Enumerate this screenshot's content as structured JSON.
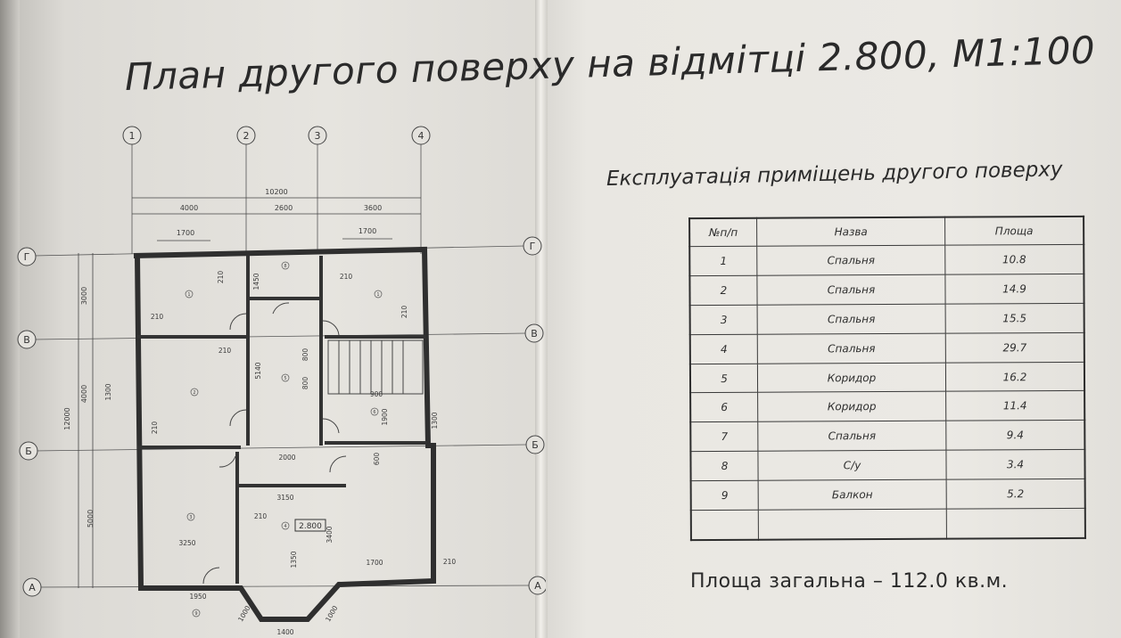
{
  "plan": {
    "title": "План другого поверху на відмітці 2.800, М1:100",
    "axes": {
      "vertical": [
        "1",
        "2",
        "3",
        "4"
      ],
      "horizontal": [
        "Г",
        "В",
        "Б",
        "А"
      ]
    },
    "dimensions": {
      "overall_width": "10200",
      "spans": [
        "4000",
        "2600",
        "3600"
      ],
      "window_left": "1700",
      "window_right": "1700",
      "vertical_total": "12000",
      "vertical_spans": [
        "3000",
        "4000",
        "5000"
      ],
      "misc": [
        "210",
        "210",
        "210",
        "210",
        "210",
        "210",
        "210",
        "210",
        "1450",
        "5140",
        "800",
        "800",
        "900",
        "1900",
        "1300",
        "1300",
        "2000",
        "600",
        "3150",
        "3250",
        "3400",
        "1350",
        "1700",
        "1950",
        "1000",
        "1000",
        "1400"
      ]
    },
    "room_marks": [
      "1",
      "8",
      "1",
      "2",
      "5",
      "6",
      "3",
      "4",
      "9"
    ],
    "level_mark": "2.800"
  },
  "table": {
    "title": "Експлуатація приміщень другого поверху",
    "headers": [
      "№п/п",
      "Назва",
      "Площа"
    ],
    "rows": [
      {
        "no": "1",
        "name": "Спальня",
        "area": "10.8"
      },
      {
        "no": "2",
        "name": "Спальня",
        "area": "14.9"
      },
      {
        "no": "3",
        "name": "Спальня",
        "area": "15.5"
      },
      {
        "no": "4",
        "name": "Спальня",
        "area": "29.7"
      },
      {
        "no": "5",
        "name": "Коридор",
        "area": "16.2"
      },
      {
        "no": "6",
        "name": "Коридор",
        "area": "11.4"
      },
      {
        "no": "7",
        "name": "Спальня",
        "area": "9.4"
      },
      {
        "no": "8",
        "name": "С/у",
        "area": "3.4"
      },
      {
        "no": "9",
        "name": "Балкон",
        "area": "5.2"
      },
      {
        "no": "",
        "name": "",
        "area": ""
      }
    ]
  },
  "total": "Площа загальна – 112.0 кв.м."
}
